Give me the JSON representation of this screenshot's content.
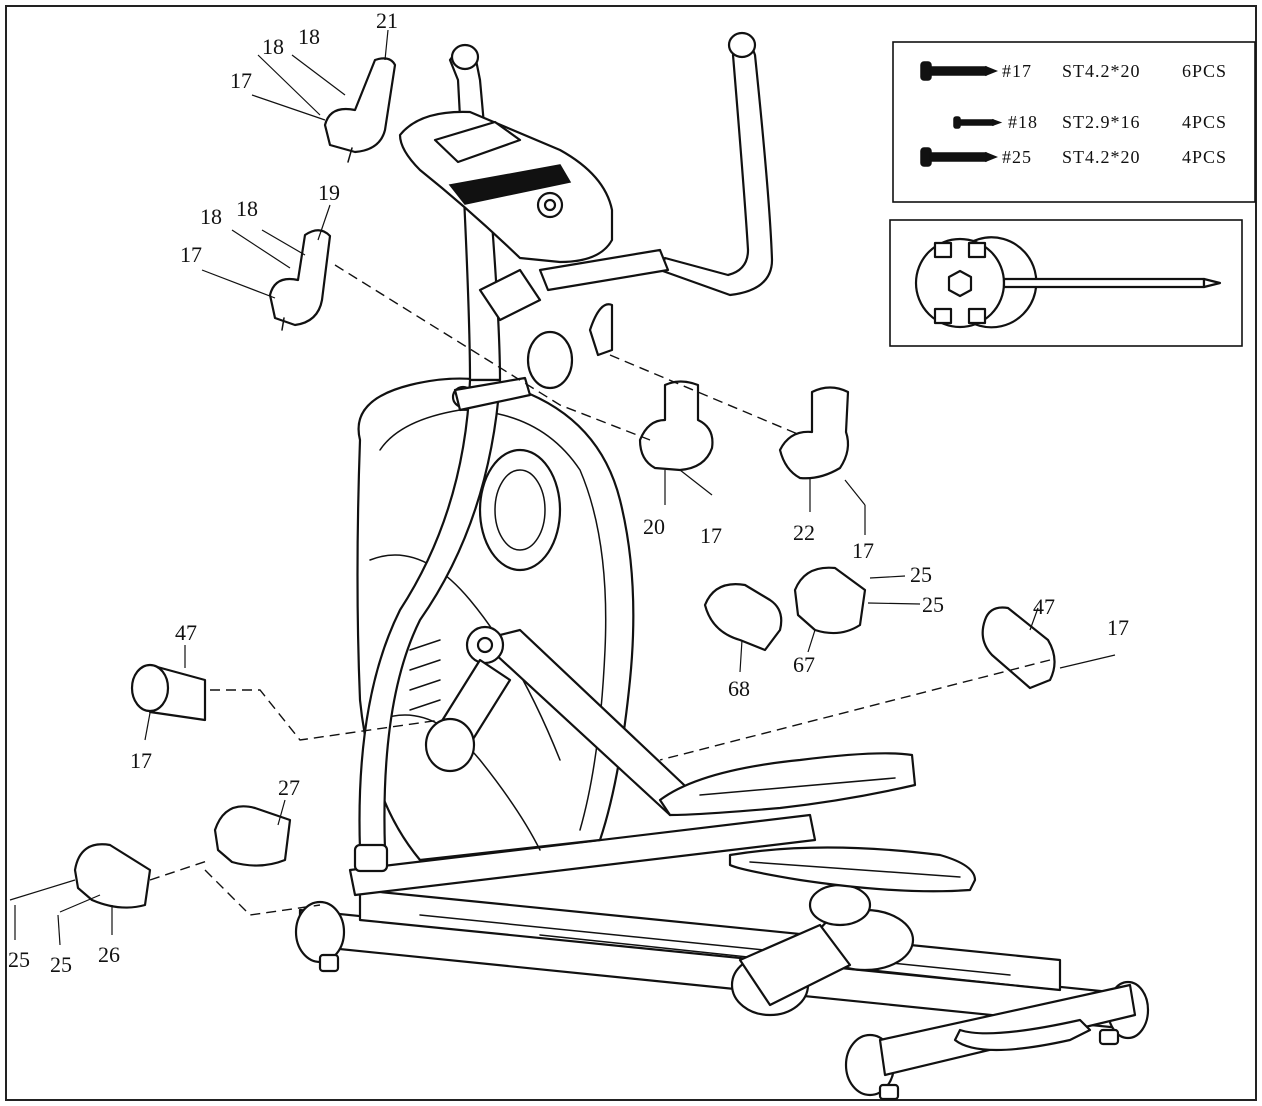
{
  "callouts": {
    "c21": "21",
    "c18a": "18",
    "c18b": "18",
    "c17a": "17",
    "c19": "19",
    "c18c": "18",
    "c18d": "18",
    "c17b": "17",
    "c20": "20",
    "c17c": "17",
    "c22": "22",
    "c17d": "17",
    "c25a": "25",
    "c25b": "25",
    "c68": "68",
    "c67": "67",
    "c47a": "47",
    "c17e": "17",
    "c47b": "47",
    "c17f": "17",
    "c27": "27",
    "c26": "26",
    "c25c": "25",
    "c25d": "25"
  },
  "hardware_legend": [
    {
      "id": "#17",
      "spec": "ST4.2*20",
      "qty": "6PCS"
    },
    {
      "id": "#18",
      "spec": "ST2.9*16",
      "qty": "4PCS"
    },
    {
      "id": "#25",
      "spec": "ST4.2*20",
      "qty": "4PCS"
    }
  ],
  "icons": {
    "screw": "screw-icon",
    "wrench": "wrench-tool-icon"
  }
}
